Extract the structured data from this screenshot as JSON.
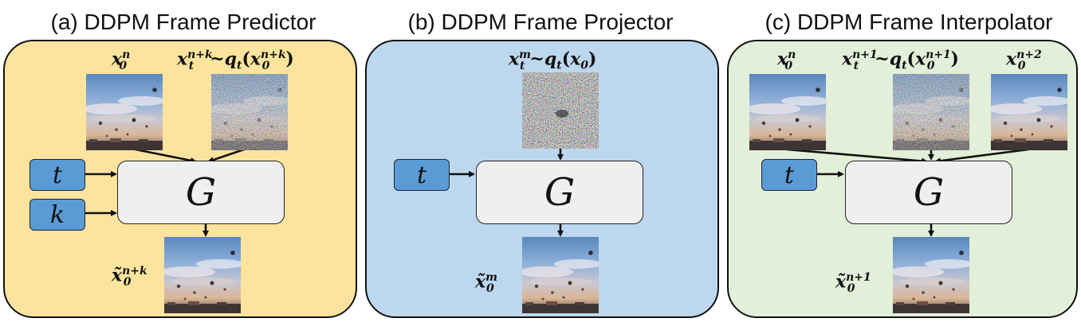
{
  "colors": {
    "panel_a": "#fde49e",
    "panel_b": "#bdd7ee",
    "panel_c": "#e2efd9",
    "input_box": "#5b9bd5",
    "generator_box": "#efefef",
    "outline": "#111111"
  },
  "panels": {
    "a": {
      "title": "(a) DDPM Frame Predictor",
      "cond_base": "x",
      "cond_sub": "0",
      "cond_sup": "n",
      "noisy_base": "x",
      "noisy_sub": "t",
      "noisy_sup": "n+k",
      "noisy_q": "q",
      "noisy_q_sub": "t",
      "noisy_arg_base": "x",
      "noisy_arg_sub": "0",
      "noisy_arg_sup": "n+k",
      "generator": "G",
      "inputs": [
        "t",
        "k"
      ],
      "output_base": "x̃",
      "output_sub": "0",
      "output_sup": "n+k"
    },
    "b": {
      "title": "(b) DDPM Frame Projector",
      "noisy_base": "x",
      "noisy_sub": "t",
      "noisy_sup": "m",
      "noisy_q": "q",
      "noisy_q_sub": "t",
      "noisy_arg_base": "x",
      "noisy_arg_sub": "0",
      "generator": "G",
      "inputs": [
        "t"
      ],
      "output_base": "x̃",
      "output_sub": "0",
      "output_sup": "m"
    },
    "c": {
      "title": "(c) DDPM Frame Interpolator",
      "cond1_base": "x",
      "cond1_sub": "0",
      "cond1_sup": "n",
      "noisy_base": "x",
      "noisy_sub": "t",
      "noisy_sup": "n+1",
      "noisy_q": "q",
      "noisy_q_sub": "t",
      "noisy_arg_base": "x",
      "noisy_arg_sub": "0",
      "noisy_arg_sup": "n+1",
      "cond2_base": "x",
      "cond2_sub": "0",
      "cond2_sup": "n+2",
      "generator": "G",
      "inputs": [
        "t"
      ],
      "output_base": "x̃",
      "output_sub": "0",
      "output_sup": "n+1"
    }
  },
  "symbols": {
    "tilde_sim": "~",
    "lparen": "(",
    "rparen": ")"
  }
}
